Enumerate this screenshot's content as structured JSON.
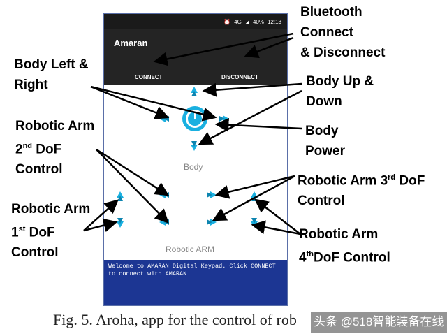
{
  "status_bar": {
    "signal": "4G",
    "battery": "40%",
    "time": "12:13"
  },
  "app": {
    "title": "Amaran",
    "connect_label": "CONNECT",
    "disconnect_label": "DISCONNECT",
    "body_label": "Body",
    "arm_label": "Robotic ARM",
    "console_text": "Welcome to AMARAN Digital Keypad. Click CONNECT to connect with AMARAN"
  },
  "annotations": {
    "bluetooth": [
      "Bluetooth",
      "Connect",
      "& Disconnect"
    ],
    "body_lr": [
      "Body Left &",
      "Right"
    ],
    "body_ud": [
      "Body Up &",
      "Down"
    ],
    "body_power": [
      "Body",
      "Power"
    ],
    "arm2": {
      "line1": "Robotic Arm",
      "num": "2",
      "sup": "nd",
      "dof": " DoF",
      "line3": "Control"
    },
    "arm1": {
      "line1": "Robotic Arm",
      "num": "1",
      "sup": "st",
      "dof": " DoF",
      "line3": "Control"
    },
    "arm3": {
      "prefix": "Robotic Arm 3",
      "sup": "rd",
      "suffix": " DoF",
      "line2": "Control"
    },
    "arm4": {
      "line1": "Robotic Arm",
      "num": "4",
      "sup": "th",
      "dof": "DoF Control"
    }
  },
  "caption": "Fig. 5. Aroha, app for the control of rob",
  "watermark": "头条 @518智能装备在线",
  "colors": {
    "accent": "#1ab0e0",
    "console_bg": "#1c3693",
    "appbar": "#242424",
    "content_bg": "#ffffff"
  }
}
